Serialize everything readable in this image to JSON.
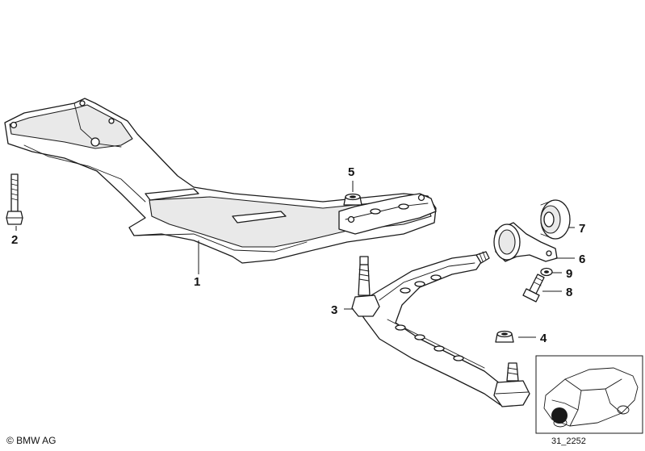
{
  "callouts": [
    {
      "id": "1",
      "label": "1"
    },
    {
      "id": "2",
      "label": "2"
    },
    {
      "id": "3",
      "label": "3"
    },
    {
      "id": "4",
      "label": "4"
    },
    {
      "id": "5",
      "label": "5"
    },
    {
      "id": "6",
      "label": "6"
    },
    {
      "id": "7",
      "label": "7"
    },
    {
      "id": "8",
      "label": "8"
    },
    {
      "id": "9",
      "label": "9"
    }
  ],
  "footer": {
    "copyright": "© BMW AG",
    "diagram_code": "31_2252"
  }
}
